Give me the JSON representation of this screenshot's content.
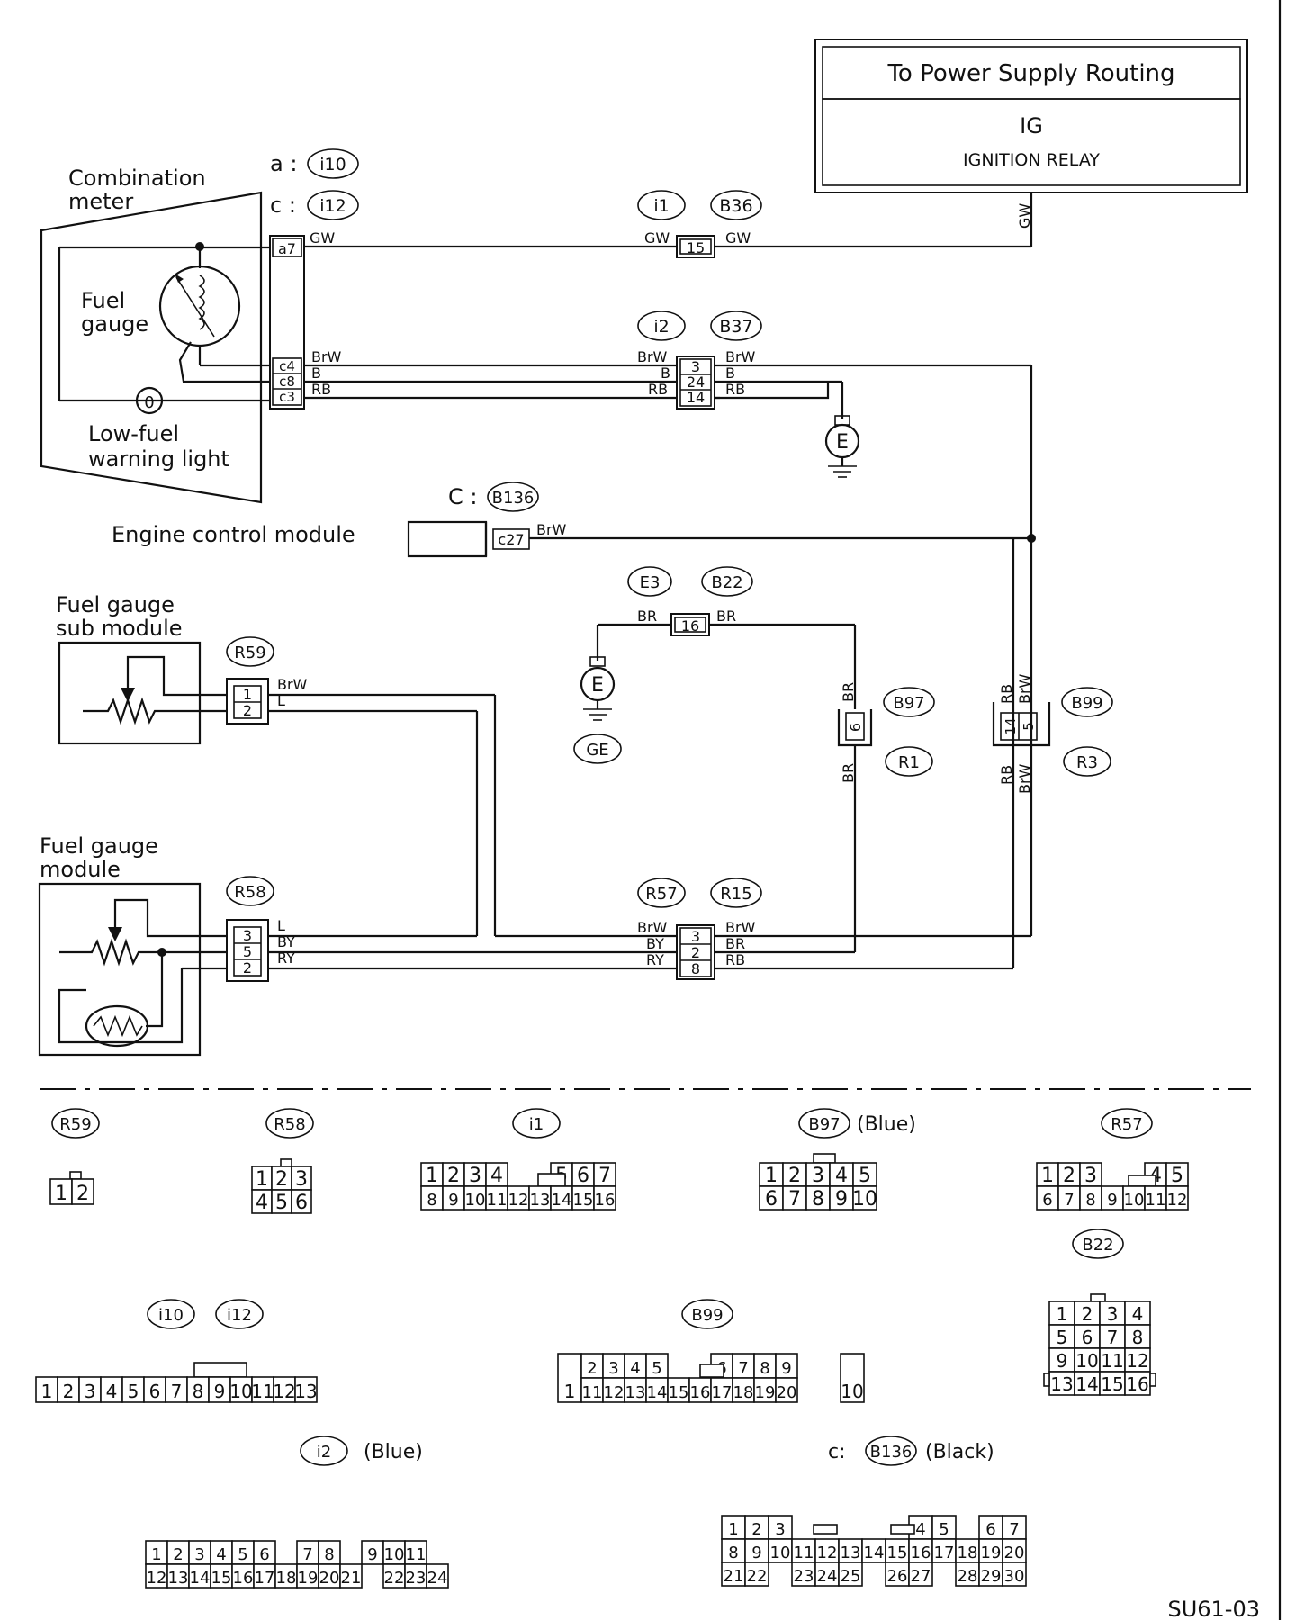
{
  "power_box": {
    "title": "To Power Supply Routing",
    "line1": "IG",
    "line2": "IGNITION RELAY"
  },
  "labels": {
    "combination_meter": [
      "Combination",
      "meter"
    ],
    "fuel_gauge": [
      "Fuel",
      "gauge"
    ],
    "low_fuel": [
      "Low-fuel",
      "warning light"
    ],
    "ecm": "Engine control module",
    "sub_module": [
      "Fuel gauge",
      "sub module"
    ],
    "module": [
      "Fuel gauge",
      "module"
    ],
    "meter_a_prefix": "a :",
    "meter_c_prefix": "c :",
    "ecm_prefix": "C :",
    "lamp": "0"
  },
  "connectors": {
    "i10": "i10",
    "i12": "i12",
    "i1": "i1",
    "B36": "B36",
    "i2": "i2",
    "B37": "B37",
    "B136": "B136",
    "E3": "E3",
    "B22": "B22",
    "R59": "R59",
    "B97": "B97",
    "R1": "R1",
    "B99": "B99",
    "R3": "R3",
    "GE": "GE",
    "R58": "R58",
    "R57": "R57",
    "R15": "R15"
  },
  "pins": {
    "a7": "a7",
    "c4": "c4",
    "c8": "c8",
    "c3": "c3",
    "c27": "c27",
    "p15": "15",
    "p3": "3",
    "p24": "24",
    "p14": "14",
    "p16": "16",
    "r59_1": "1",
    "r59_2": "2",
    "b97_6": "6",
    "b99_14": "14",
    "b99_5": "5",
    "r58_3": "3",
    "r58_5": "5",
    "r58_2": "2",
    "r57_3": "3",
    "r57_2": "2",
    "r57_8": "8"
  },
  "wires": {
    "GW": "GW",
    "BrW": "BrW",
    "B": "B",
    "RB": "RB",
    "BR": "BR",
    "L": "L",
    "BY": "BY",
    "RY": "RY"
  },
  "ground": "E",
  "bottom": {
    "b97_color": "(Blue)",
    "i2_color": "(Blue)",
    "b136_prefix": "c:",
    "b136_color": "(Black)",
    "code": "SU61-03"
  }
}
